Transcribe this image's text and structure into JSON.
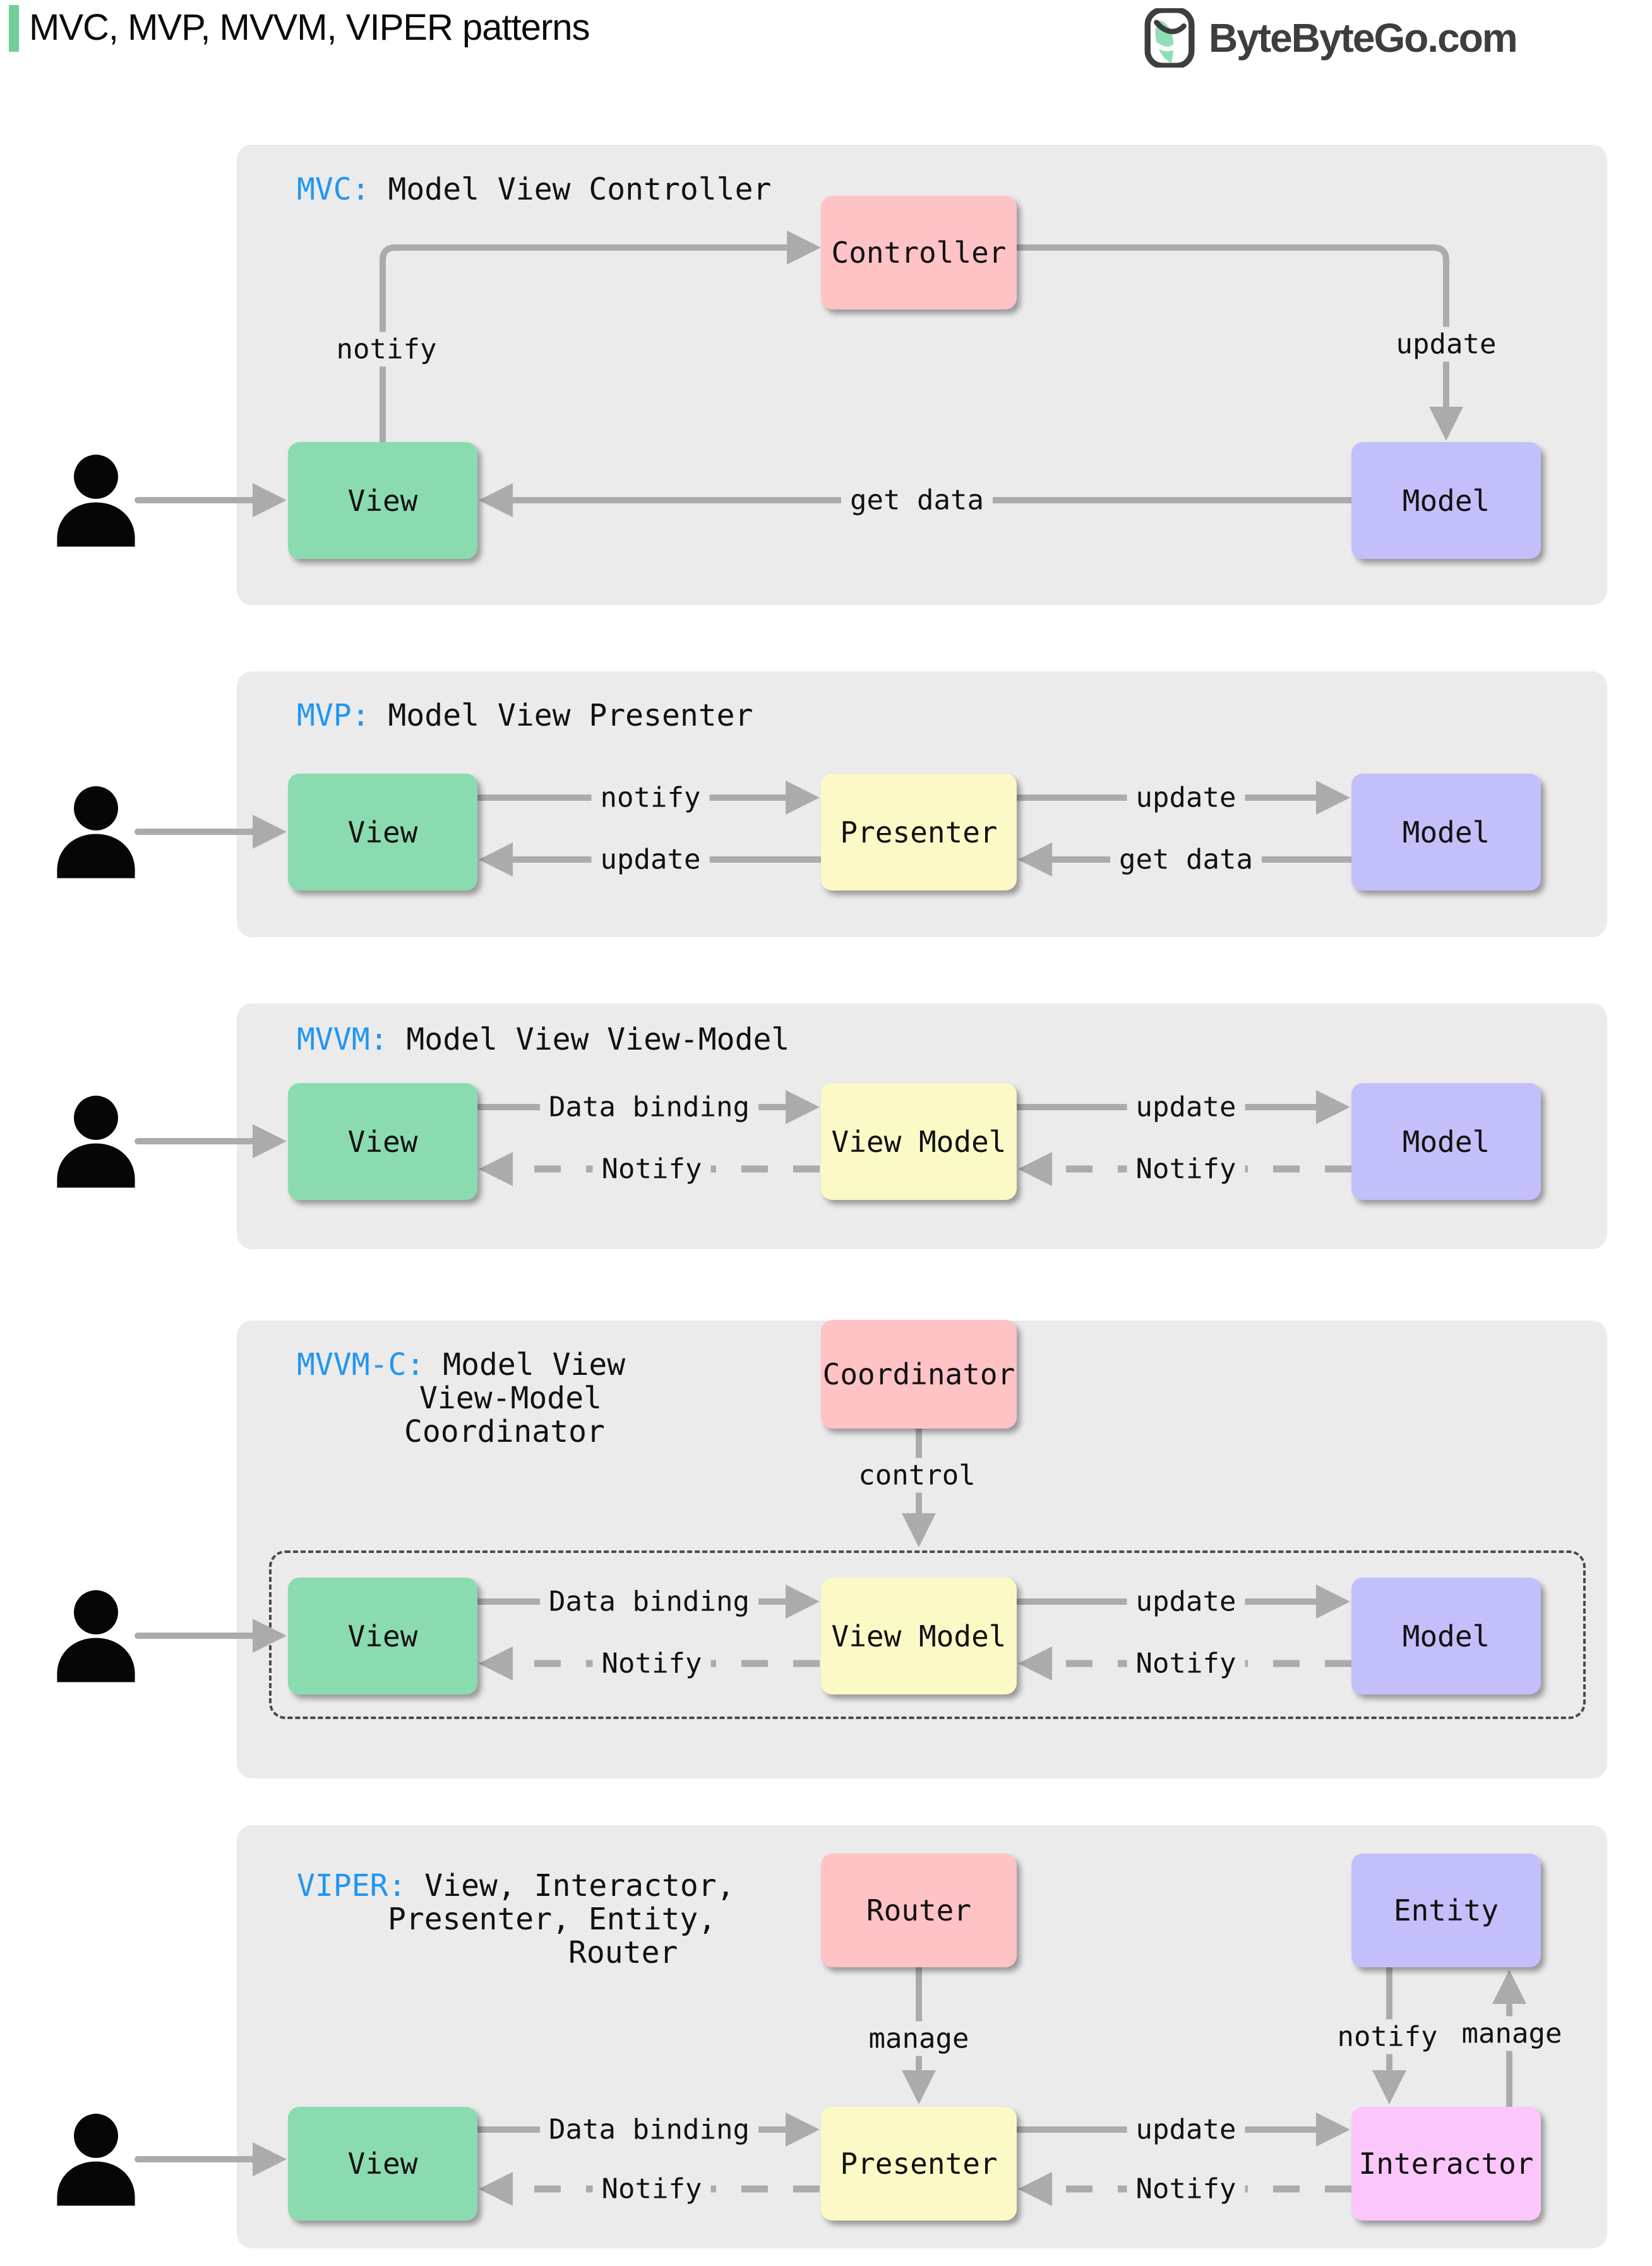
{
  "header": {
    "title": "MVC, MVP, MVVM, VIPER patterns",
    "brand": "ByteByteGo.com"
  },
  "colors": {
    "panel_bg": "#EBEBEB",
    "node_green": "#8BDBB0",
    "node_pink": "#FFC3C6",
    "node_purple": "#C2BFFA",
    "node_yellow": "#FBFAC6",
    "node_magenta": "#FBC7FB",
    "arrow_gray": "#ABABAB",
    "tag_blue": "#2196F3",
    "accent_green": "#6FCF97",
    "logo_gray": "#3E3E3E"
  },
  "panels": {
    "mvc": {
      "tag": "MVC:",
      "desc": "Model View Controller",
      "nodes": {
        "controller": "Controller",
        "view": "View",
        "model": "Model"
      },
      "edges": {
        "notify": "notify",
        "update": "update",
        "get_data": "get data"
      }
    },
    "mvp": {
      "tag": "MVP:",
      "desc": "Model View Presenter",
      "nodes": {
        "view": "View",
        "presenter": "Presenter",
        "model": "Model"
      },
      "edges": {
        "notify": "notify",
        "update_top": "update",
        "update_bottom": "update",
        "get_data": "get data"
      }
    },
    "mvvm": {
      "tag": "MVVM:",
      "desc": "Model View View-Model",
      "nodes": {
        "view": "View",
        "view_model": "View Model",
        "model": "Model"
      },
      "edges": {
        "data_binding": "Data binding",
        "update": "update",
        "notify_left": "Notify",
        "notify_right": "Notify"
      }
    },
    "mvvmc": {
      "tag": "MVVM-C:",
      "desc_line1": "Model View",
      "desc_line2": "View-Model",
      "desc_line3": "Coordinator",
      "nodes": {
        "coordinator": "Coordinator",
        "view": "View",
        "view_model": "View Model",
        "model": "Model"
      },
      "edges": {
        "control": "control",
        "data_binding": "Data binding",
        "update": "update",
        "notify_left": "Notify",
        "notify_right": "Notify"
      }
    },
    "viper": {
      "tag": "VIPER:",
      "desc_line1": "View, Interactor,",
      "desc_line2": "Presenter, Entity,",
      "desc_line3": "Router",
      "nodes": {
        "router": "Router",
        "entity": "Entity",
        "view": "View",
        "presenter": "Presenter",
        "interactor": "Interactor"
      },
      "edges": {
        "manage_router": "manage",
        "notify_entity": "notify",
        "manage_entity": "manage",
        "data_binding": "Data binding",
        "update": "update",
        "notify_left": "Notify",
        "notify_right": "Notify"
      }
    }
  }
}
